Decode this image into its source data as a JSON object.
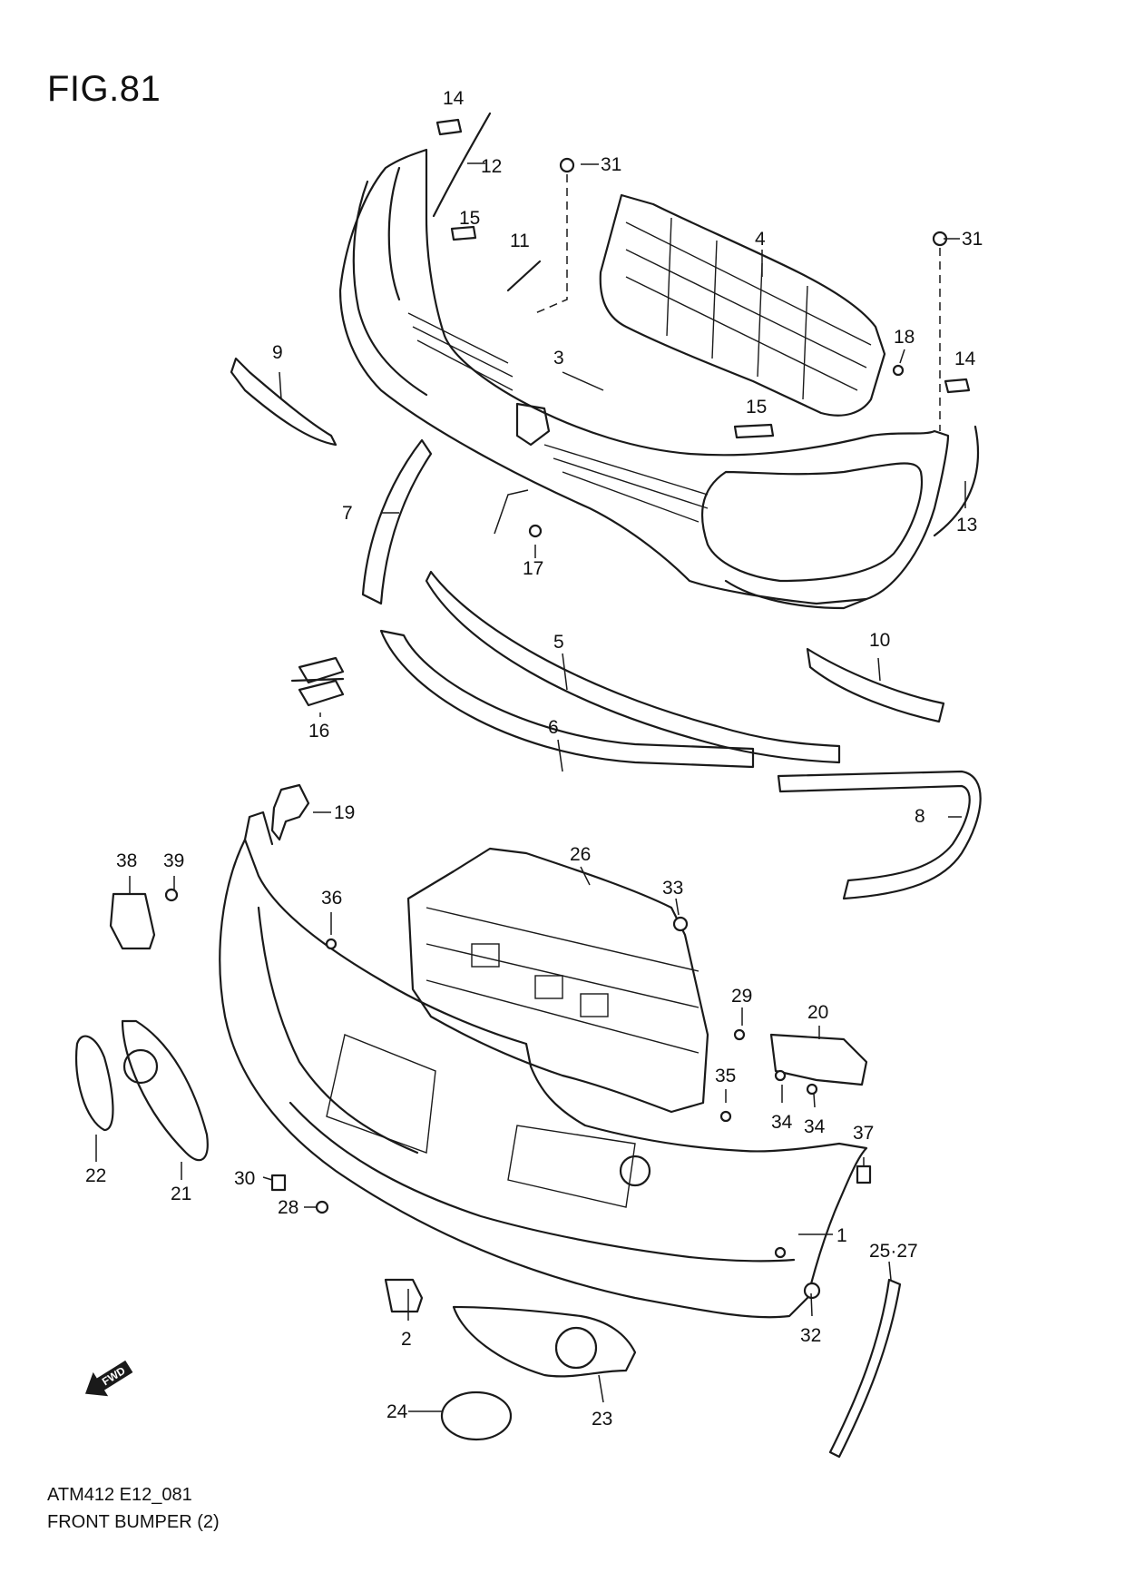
{
  "figure": {
    "title": "FIG.81",
    "code": "ATM412 E12_081",
    "caption": "FRONT BUMPER (2)",
    "direction_label": "FWD"
  },
  "callouts": [
    {
      "id": "c1",
      "text": "1"
    },
    {
      "id": "c2",
      "text": "2"
    },
    {
      "id": "c3",
      "text": "3"
    },
    {
      "id": "c4",
      "text": "4"
    },
    {
      "id": "c5",
      "text": "5"
    },
    {
      "id": "c6",
      "text": "6"
    },
    {
      "id": "c7",
      "text": "7"
    },
    {
      "id": "c8",
      "text": "8"
    },
    {
      "id": "c9",
      "text": "9"
    },
    {
      "id": "c10",
      "text": "10"
    },
    {
      "id": "c11",
      "text": "11"
    },
    {
      "id": "c12",
      "text": "12"
    },
    {
      "id": "c13",
      "text": "13"
    },
    {
      "id": "c14a",
      "text": "14"
    },
    {
      "id": "c14b",
      "text": "14"
    },
    {
      "id": "c15a",
      "text": "15"
    },
    {
      "id": "c15b",
      "text": "15"
    },
    {
      "id": "c16",
      "text": "16"
    },
    {
      "id": "c17",
      "text": "17"
    },
    {
      "id": "c18",
      "text": "18"
    },
    {
      "id": "c19",
      "text": "19"
    },
    {
      "id": "c20",
      "text": "20"
    },
    {
      "id": "c21",
      "text": "21"
    },
    {
      "id": "c22",
      "text": "22"
    },
    {
      "id": "c23",
      "text": "23"
    },
    {
      "id": "c24",
      "text": "24"
    },
    {
      "id": "c2527",
      "text": "25·27"
    },
    {
      "id": "c26",
      "text": "26"
    },
    {
      "id": "c28",
      "text": "28"
    },
    {
      "id": "c29",
      "text": "29"
    },
    {
      "id": "c30",
      "text": "30"
    },
    {
      "id": "c31a",
      "text": "31"
    },
    {
      "id": "c31b",
      "text": "31"
    },
    {
      "id": "c32",
      "text": "32"
    },
    {
      "id": "c33",
      "text": "33"
    },
    {
      "id": "c34a",
      "text": "34"
    },
    {
      "id": "c34b",
      "text": "34"
    },
    {
      "id": "c35",
      "text": "35"
    },
    {
      "id": "c36",
      "text": "36"
    },
    {
      "id": "c37",
      "text": "37"
    },
    {
      "id": "c38",
      "text": "38"
    },
    {
      "id": "c39",
      "text": "39"
    }
  ]
}
